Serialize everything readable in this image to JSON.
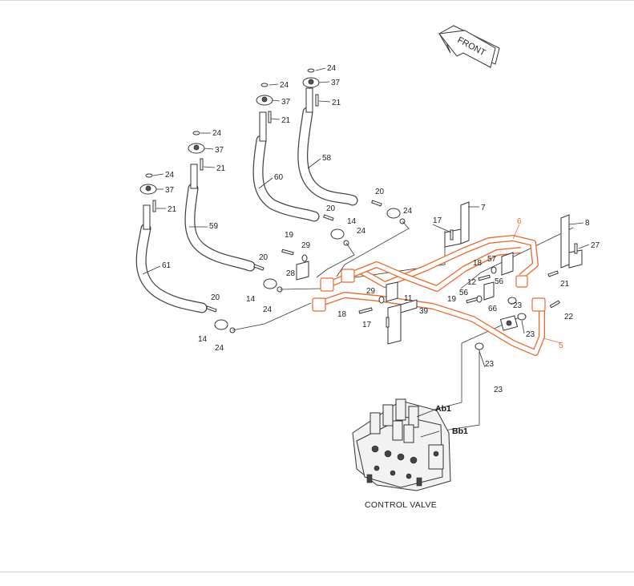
{
  "diagram": {
    "front_label": "FRONT",
    "caption": "CONTROL VALVE",
    "port_labels": {
      "ab1": "Ab1",
      "bb1": "Bb1"
    },
    "callouts": [
      {
        "id": "c24a",
        "text": "24"
      },
      {
        "id": "c37a",
        "text": "37"
      },
      {
        "id": "c21a",
        "text": "21"
      },
      {
        "id": "c24b",
        "text": "24"
      },
      {
        "id": "c37b",
        "text": "37"
      },
      {
        "id": "c21b",
        "text": "21"
      },
      {
        "id": "c24c",
        "text": "24"
      },
      {
        "id": "c37c",
        "text": "37"
      },
      {
        "id": "c21c",
        "text": "21"
      },
      {
        "id": "c24d",
        "text": "24"
      },
      {
        "id": "c37d",
        "text": "37"
      },
      {
        "id": "c21d",
        "text": "21"
      },
      {
        "id": "c58",
        "text": "58"
      },
      {
        "id": "c60",
        "text": "60"
      },
      {
        "id": "c59",
        "text": "59"
      },
      {
        "id": "c61",
        "text": "61"
      },
      {
        "id": "c20a",
        "text": "20"
      },
      {
        "id": "c24e",
        "text": "24"
      },
      {
        "id": "c20b",
        "text": "20"
      },
      {
        "id": "c14a",
        "text": "14"
      },
      {
        "id": "c24f",
        "text": "24"
      },
      {
        "id": "c20c",
        "text": "20"
      },
      {
        "id": "c14b",
        "text": "14"
      },
      {
        "id": "c24g",
        "text": "24"
      },
      {
        "id": "c20d",
        "text": "20"
      },
      {
        "id": "c14c",
        "text": "14"
      },
      {
        "id": "c24h",
        "text": "24"
      },
      {
        "id": "c19a",
        "text": "19"
      },
      {
        "id": "c29a",
        "text": "29"
      },
      {
        "id": "c28",
        "text": "28"
      },
      {
        "id": "c17a",
        "text": "17"
      },
      {
        "id": "c7",
        "text": "7"
      },
      {
        "id": "c6",
        "text": "6",
        "highlight": true
      },
      {
        "id": "c8",
        "text": "8"
      },
      {
        "id": "c27",
        "text": "27"
      },
      {
        "id": "c18a",
        "text": "18"
      },
      {
        "id": "c57",
        "text": "57"
      },
      {
        "id": "c56a",
        "text": "56"
      },
      {
        "id": "c12",
        "text": "12"
      },
      {
        "id": "c21e",
        "text": "21"
      },
      {
        "id": "c56b",
        "text": "56"
      },
      {
        "id": "c19b",
        "text": "19"
      },
      {
        "id": "c29b",
        "text": "29"
      },
      {
        "id": "c11",
        "text": "11"
      },
      {
        "id": "c39",
        "text": "39"
      },
      {
        "id": "c18b",
        "text": "18"
      },
      {
        "id": "c17b",
        "text": "17"
      },
      {
        "id": "c66",
        "text": "66"
      },
      {
        "id": "c23a",
        "text": "23"
      },
      {
        "id": "c23b",
        "text": "23"
      },
      {
        "id": "c22",
        "text": "22"
      },
      {
        "id": "c5",
        "text": "5",
        "highlight": true
      },
      {
        "id": "c23c",
        "text": "23"
      },
      {
        "id": "c23d",
        "text": "23"
      }
    ]
  },
  "colors": {
    "highlight": "#e8692c",
    "line": "#333333",
    "background": "#ffffff"
  }
}
